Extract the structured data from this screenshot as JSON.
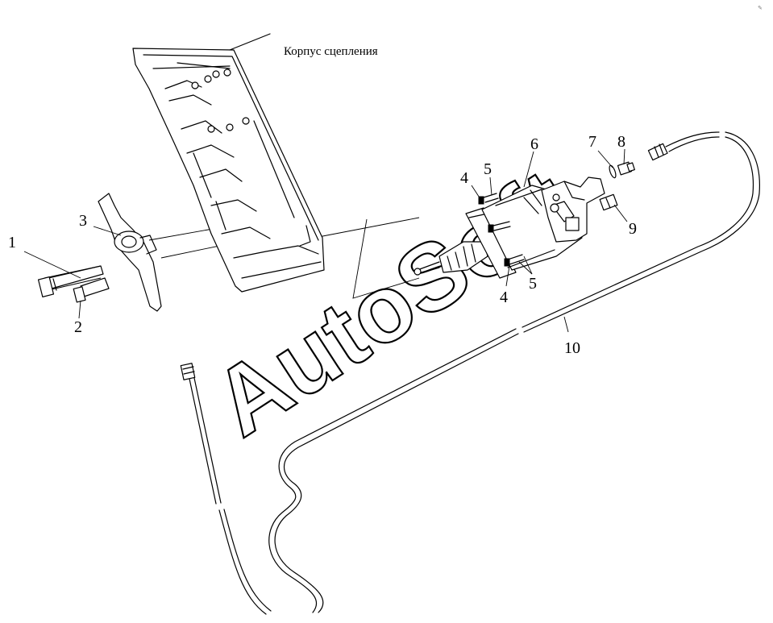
{
  "caption": "Корпус сцепления",
  "watermark": "AutoSoft",
  "callouts": [
    {
      "id": "1",
      "text": "1"
    },
    {
      "id": "2",
      "text": "2"
    },
    {
      "id": "3",
      "text": "3"
    },
    {
      "id": "4a",
      "text": "4"
    },
    {
      "id": "5a",
      "text": "5"
    },
    {
      "id": "6",
      "text": "6"
    },
    {
      "id": "7",
      "text": "7"
    },
    {
      "id": "8",
      "text": "8"
    },
    {
      "id": "9",
      "text": "9"
    },
    {
      "id": "5b",
      "text": "5"
    },
    {
      "id": "4b",
      "text": "4"
    },
    {
      "id": "10",
      "text": "10"
    }
  ]
}
